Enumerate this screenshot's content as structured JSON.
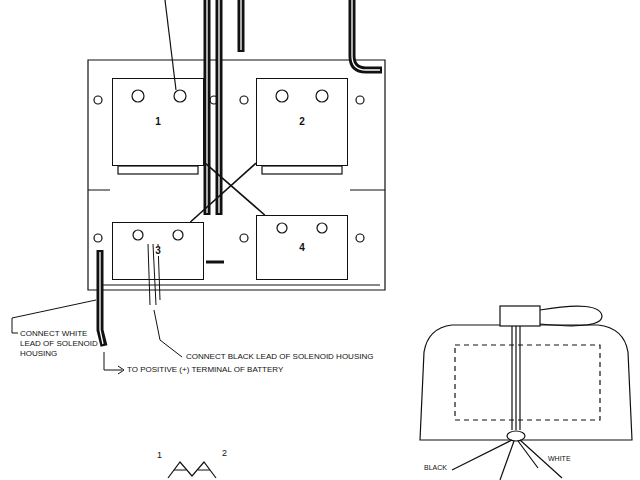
{
  "diagram": {
    "nodes": [
      {
        "text": [
          "1"
        ]
      },
      {
        "text": [
          "2"
        ]
      },
      {
        "text": [
          "3"
        ]
      },
      {
        "text": [
          "4"
        ]
      }
    ],
    "edges": [
      {
        "from": 0,
        "to": 3,
        "arrow": "none"
      },
      {
        "from": 1,
        "to": 2,
        "arrow": "none"
      }
    ],
    "labels": [
      "CONNECT WHITE LEAD OF SOLENOID HOUSING",
      "CONNECT BLACK LEAD OF SOLENOID HOUSING",
      "TO POSITIVE (+) TERMINAL OF BATTERY",
      "1",
      "2",
      "BLACK",
      "WHITE"
    ]
  }
}
